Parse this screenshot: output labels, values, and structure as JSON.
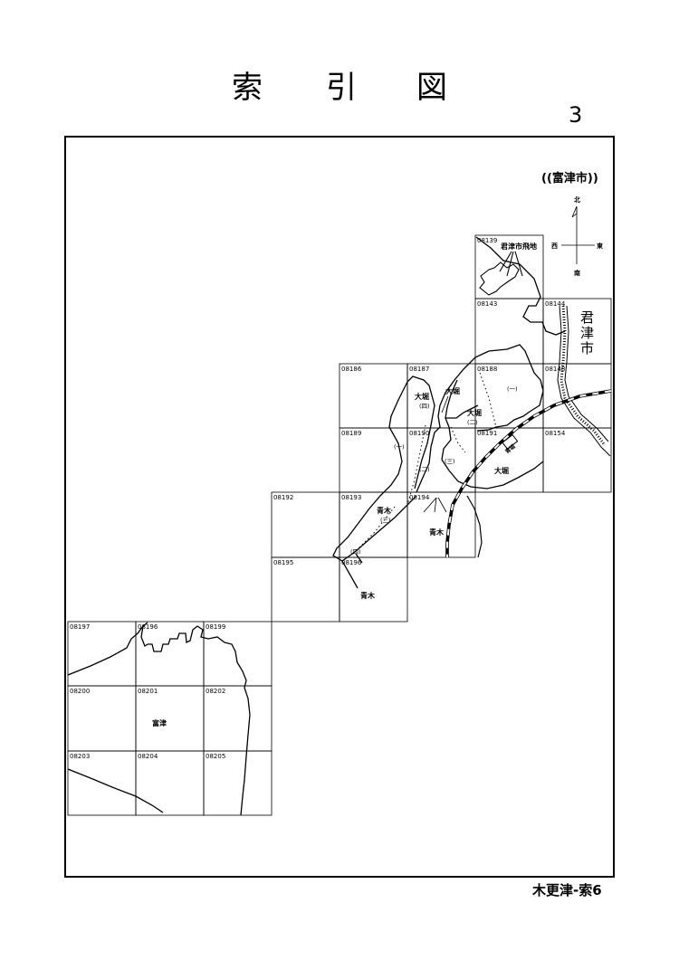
{
  "title": {
    "char1": "索",
    "char2": "引",
    "char3": "図"
  },
  "page_number": "3",
  "city_label": "((富津市))",
  "compass": {
    "north": "北",
    "south": "南",
    "west": "西",
    "east": "東"
  },
  "neighbor_city": {
    "line1": "君",
    "line2": "津",
    "line3": "市"
  },
  "enclave_label": "君津市飛地",
  "grid_cells": {
    "c08139": "08139",
    "c08143": "08143",
    "c08144": "08144",
    "c08186": "08186",
    "c08187": "08187",
    "c08188": "08188",
    "c08148": "08148",
    "c08189": "08189",
    "c08190": "08190",
    "c08191": "08191",
    "c08154": "08154",
    "c08192": "08192",
    "c08193": "08193",
    "c08194": "08194",
    "c08195": "08195",
    "c08196a": "08196",
    "c08197": "08197",
    "c08196b": "08196",
    "c08199": "08199",
    "c08200": "08200",
    "c08201": "08201",
    "c08202": "08202",
    "c08203": "08203",
    "c08204": "08204",
    "c08205": "08205"
  },
  "place_labels": {
    "ohori_a": "大堀",
    "ohori_a_sub": "(四)",
    "ohori_b": "大堀",
    "ohori_c": "大堀",
    "ohori_c_sub": "(二)",
    "ichi_a": "(一)",
    "ichi_b": "(一)",
    "ni": "(二)",
    "san": "(三)",
    "ohori_d": "大堀",
    "station": "青堀",
    "aoki_a": "青木",
    "aoki_a_sub": "(三)",
    "aoki_b": "青木",
    "shi": "(四)",
    "aoki_c": "青木",
    "futtsu": "富津"
  },
  "footer": "木更津-索6"
}
